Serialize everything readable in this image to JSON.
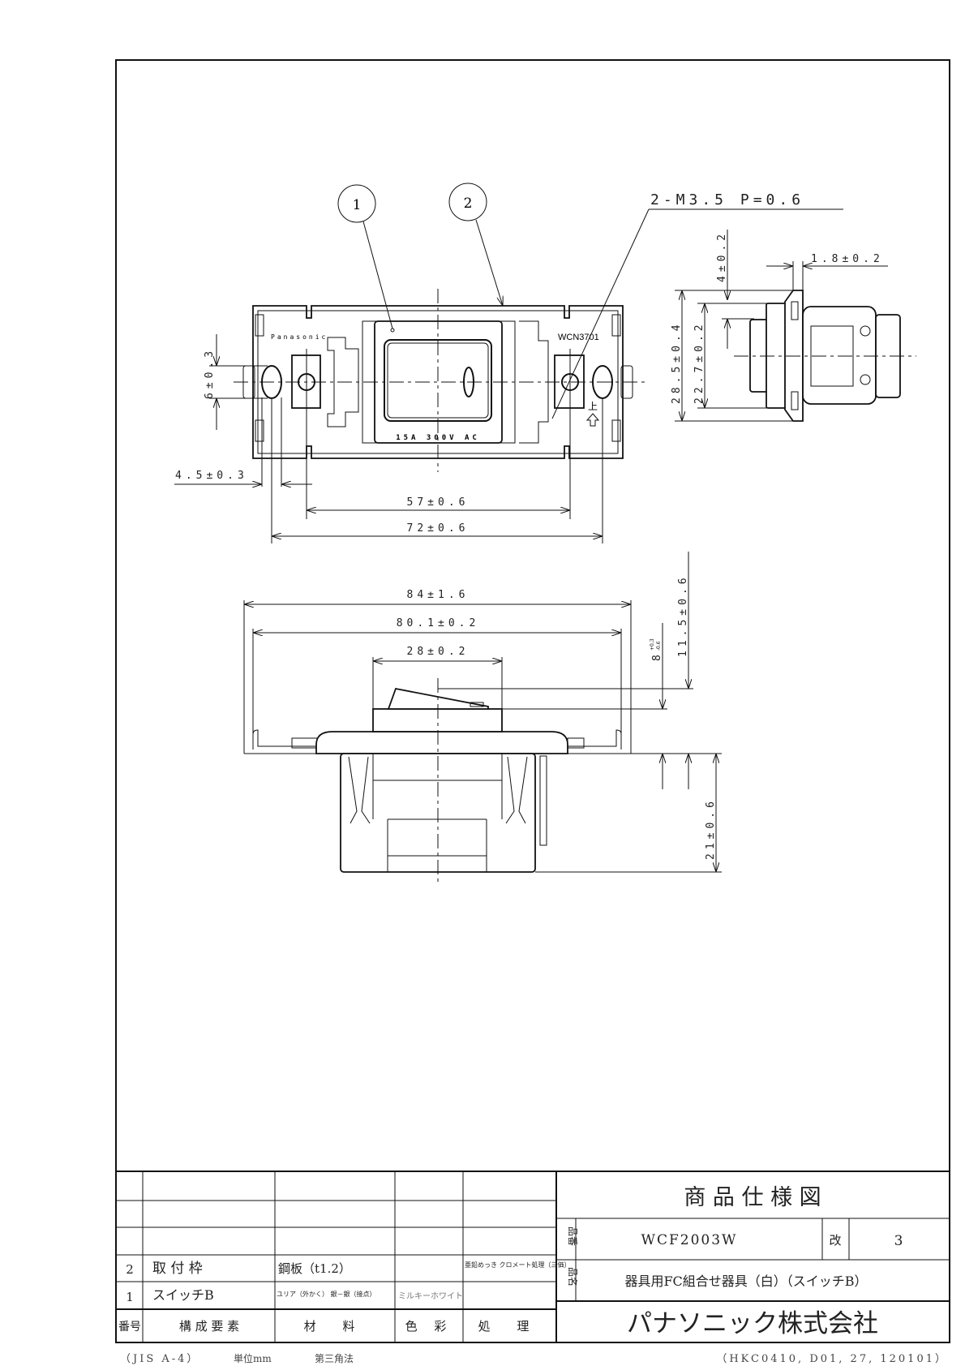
{
  "drawing": {
    "balloons": [
      "1",
      "2"
    ],
    "thread_callout": "2-M3.5 P=0.6",
    "front_view": {
      "brand_marking": "Panasonic",
      "model_marking": "WCN3701",
      "rating_marking": "15A 300V AC",
      "up_marking": "上",
      "dims": {
        "hole_height": "6±0.3",
        "hole_offset": "4.5±0.3",
        "screw_pitch": "57±0.6",
        "hole_pitch": "72±0.6"
      }
    },
    "side_view": {
      "dims": {
        "flange_height": "28.5±0.4",
        "body_height": "22.7±0.2",
        "offset": "4±0.2",
        "plate_thickness": "1.8±0.2"
      }
    },
    "bottom_view": {
      "dims": {
        "overall_width": "84±1.6",
        "frame_width": "80.1±0.2",
        "body_width": "28±0.2",
        "protrusion": "11.5±0.6",
        "rocker_height": "8",
        "rocker_tol_plus": "+0.3",
        "rocker_tol_minus": "-0.6",
        "depth": "21±0.6"
      }
    }
  },
  "title_block": {
    "title": "商 品 仕 様 図",
    "part_no_label": "品番",
    "part_no": "WCF2003W",
    "revision_label": "改",
    "revision": "3",
    "product_name_label": "品名",
    "product_name": "器具用FC組合せ器具（白）（スイッチB）",
    "company": "パナソニック株式会社",
    "headers": [
      "番号",
      "構 成 要 素",
      "材 料",
      "色 彩",
      "処 理"
    ],
    "parts": [
      {
        "no": "2",
        "name": "取 付 枠",
        "material": "鋼板（t1.2）",
        "color": "",
        "treatment": "亜鉛めっき クロメート処理（三価）"
      },
      {
        "no": "1",
        "name": "スイッチB",
        "material": "ユリア（外かく） 銀－銀（接点）",
        "color": "ミルキーホワイト",
        "treatment": ""
      }
    ]
  },
  "footer": {
    "left": "（JIS A-4）",
    "units": "単位mm",
    "projection": "第三角法",
    "right": "（HKC0410, D01, 27, 120101）"
  }
}
